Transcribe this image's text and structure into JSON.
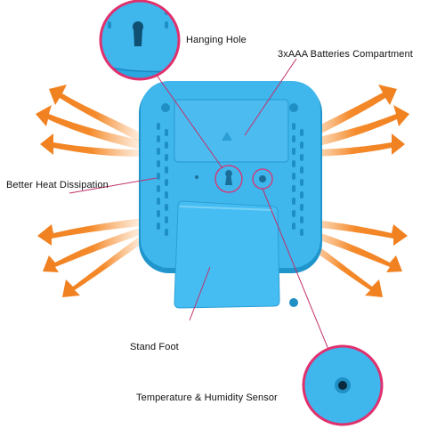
{
  "labels": {
    "hanging_hole": "Hanging Hole",
    "batteries": "3xAAA Batteries Compartment",
    "heat": "Better Heat Dissipation",
    "stand": "Stand Foot",
    "sensor": "Temperature & Humidity Sensor"
  },
  "colors": {
    "body": "#3fb6ec",
    "body_dark": "#1f95cc",
    "arrow": "#f58a2a",
    "ring": "#e0306e",
    "line": "#c0306a"
  }
}
